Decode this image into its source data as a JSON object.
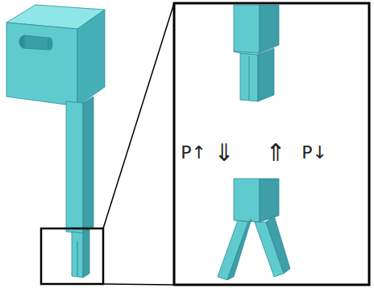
{
  "diagram": {
    "labels": [
      "P↑",
      "⇓",
      "⇑",
      "P↓"
    ]
  }
}
